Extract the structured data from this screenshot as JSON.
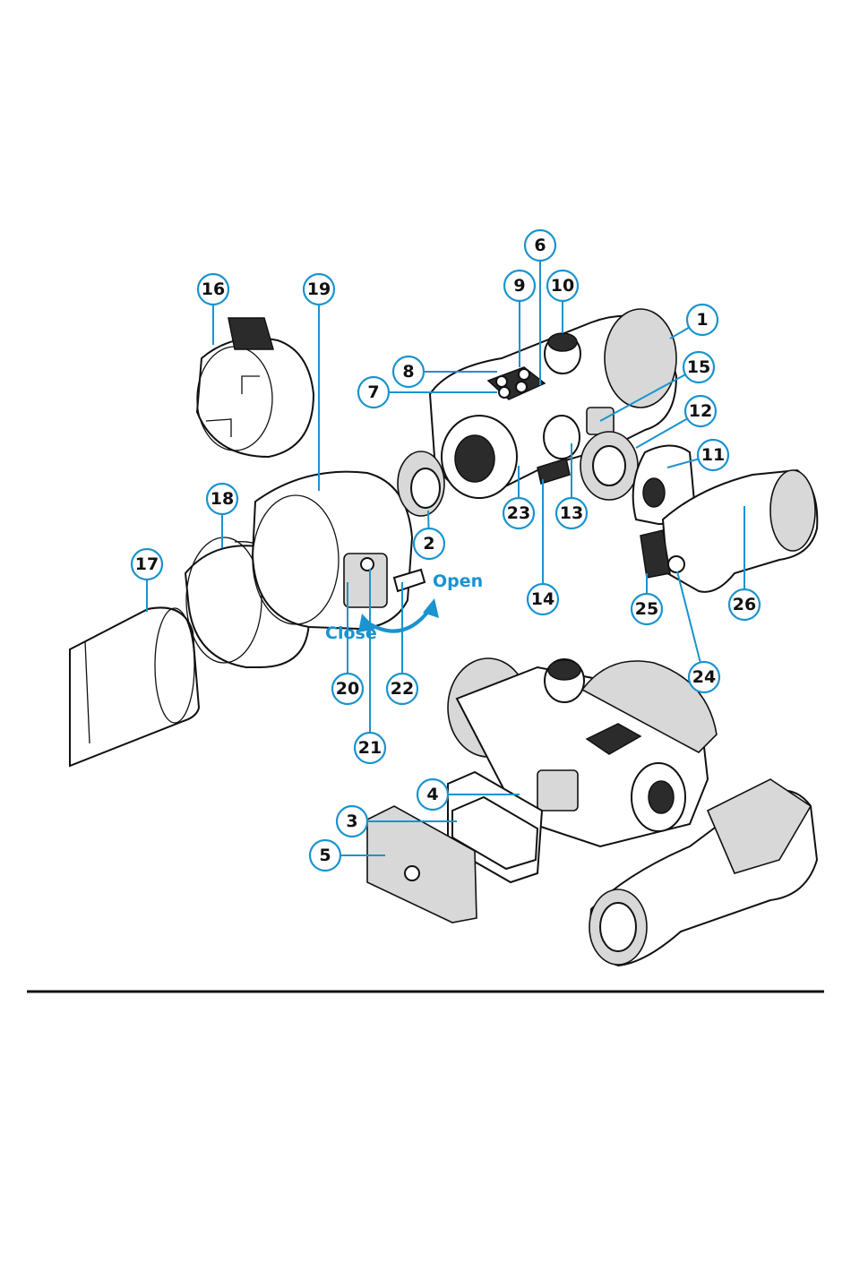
{
  "callouts": [
    {
      "label": "1"
    },
    {
      "label": "2"
    },
    {
      "label": "3"
    },
    {
      "label": "4"
    },
    {
      "label": "5"
    },
    {
      "label": "6"
    },
    {
      "label": "7"
    },
    {
      "label": "8"
    },
    {
      "label": "9"
    },
    {
      "label": "10"
    },
    {
      "label": "11"
    },
    {
      "label": "12"
    },
    {
      "label": "13"
    },
    {
      "label": "14"
    },
    {
      "label": "15"
    },
    {
      "label": "16"
    },
    {
      "label": "17"
    },
    {
      "label": "18"
    },
    {
      "label": "19"
    },
    {
      "label": "20"
    },
    {
      "label": "21"
    },
    {
      "label": "22"
    },
    {
      "label": "23"
    },
    {
      "label": "24"
    },
    {
      "label": "25"
    },
    {
      "label": "26"
    }
  ],
  "mount_labels": {
    "open": "Open",
    "close": "Close"
  },
  "colors": {
    "accent": "#1a93cf",
    "ink": "#111111"
  }
}
